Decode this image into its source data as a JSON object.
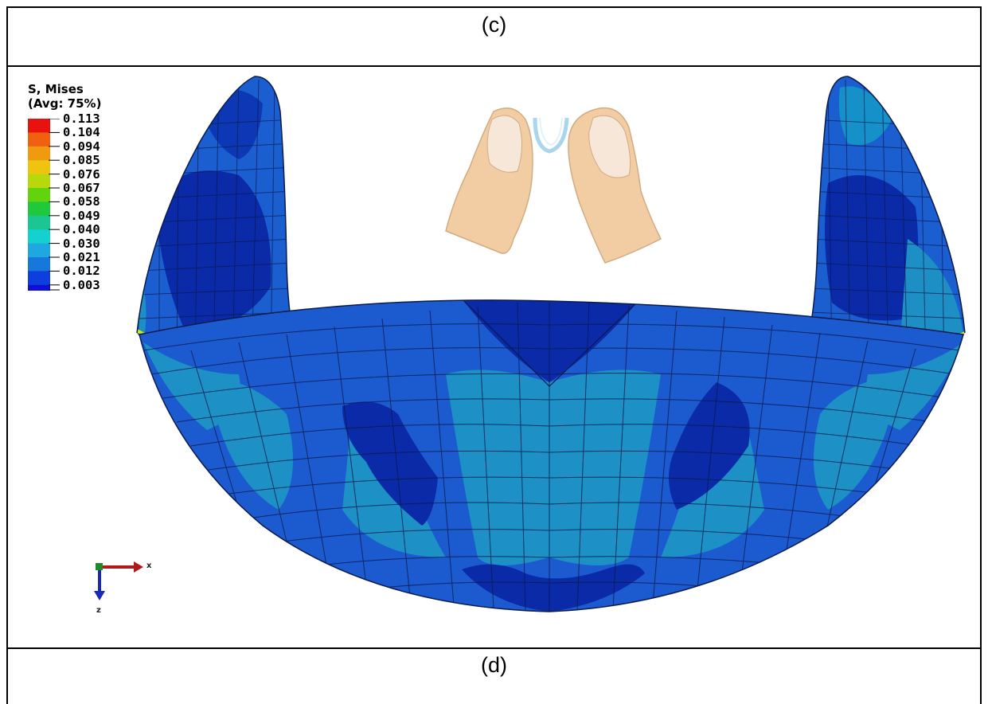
{
  "captions": {
    "top": "(c)",
    "bottom": "(d)"
  },
  "legend": {
    "title_line1": "S, Mises",
    "title_line2": "(Avg: 75%)",
    "values": [
      "0.113",
      "0.104",
      "0.094",
      "0.085",
      "0.076",
      "0.067",
      "0.058",
      "0.049",
      "0.040",
      "0.030",
      "0.021",
      "0.012",
      "0.003"
    ],
    "colors": [
      "#e8130f",
      "#f06010",
      "#f09a10",
      "#eec410",
      "#b9d80c",
      "#62d40e",
      "#20c83c",
      "#1cc693",
      "#13d1cf",
      "#1fa7e0",
      "#1678da",
      "#0c3fde",
      "#0f10d6"
    ]
  },
  "axes": {
    "x_label": "x",
    "z_label": "z"
  },
  "colors": {
    "deep_blue": "#0e3bb8",
    "mid_blue": "#1c5bd2",
    "teal": "#1d90c6",
    "dark_blue": "#0b23a4",
    "skin": "#f2cda3",
    "nail": "#f6e7d8",
    "ring": "#a9d6ee"
  }
}
